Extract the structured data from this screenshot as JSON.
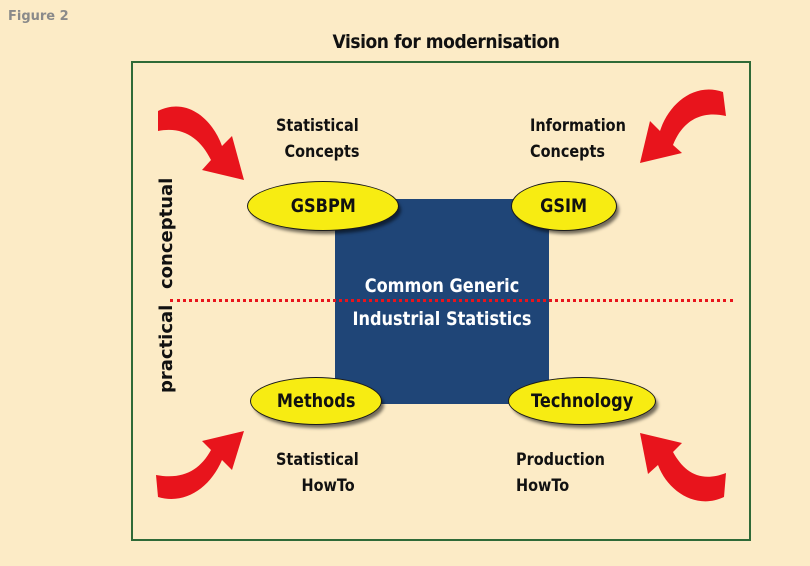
{
  "figure_label": "Figure 2",
  "title": "Vision for modernisation",
  "center": {
    "line1": "Common Generic",
    "line2": "Industrial Statistics"
  },
  "ellipses": {
    "top_left": "GSBPM",
    "top_right": "GSIM",
    "bottom_left": "Methods",
    "bottom_right": "Technology"
  },
  "labels": {
    "top_left": {
      "line1": "Statistical",
      "line2": "Concepts"
    },
    "top_right": {
      "line1": "Information",
      "line2": "Concepts"
    },
    "bottom_left": {
      "line1": "Statistical",
      "line2": "HowTo"
    },
    "bottom_right": {
      "line1": "Production",
      "line2": "HowTo"
    }
  },
  "axis": {
    "upper": "conceptual",
    "lower": "practical"
  },
  "colors": {
    "background": "#fcebc6",
    "frame": "#2f6a37",
    "center_box": "#1f4577",
    "ellipse": "#f7ec12",
    "arrow": "#e8141c",
    "divider": "#e8141c"
  }
}
